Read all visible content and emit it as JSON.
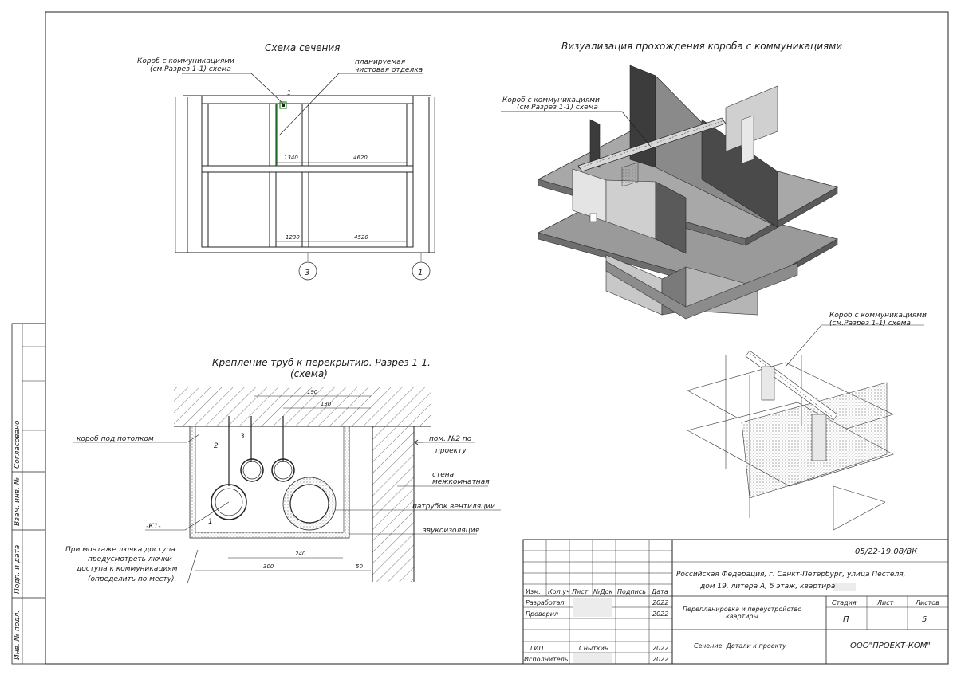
{
  "side_stamp": {
    "agreed": "Согласовано",
    "inv_replace": "Взам. инв. №",
    "sign_date": "Подп. и дата",
    "inv_original": "Инв. № подл."
  },
  "section_scheme": {
    "title": "Схема сечения",
    "callout_box": [
      "Короб с коммуникациями",
      "(см.Разрез 1-1) схема"
    ],
    "callout_finish": [
      "планируемая",
      "чистовая отделка"
    ],
    "section_mark": "1",
    "dims": [
      "1340",
      "4620",
      "1230",
      "4520"
    ],
    "axes": [
      "3",
      "1"
    ]
  },
  "visualization": {
    "title": "Визуализация прохождения короба с коммуникациями",
    "callout": [
      "Короб с коммуникациями",
      "(см.Разрез 1-1) схема"
    ],
    "callout_small": [
      "Короб с коммуникациями",
      "(см.Разрез 1-1) схема"
    ]
  },
  "pipe_section": {
    "title_1": "Крепление труб к перекрытию. Разрез 1-1.",
    "title_2": "(схема)",
    "dims": [
      "190",
      "130",
      "240",
      "300",
      "50"
    ],
    "labels": {
      "ceiling_box": "короб под потолком",
      "room": [
        "пом. №2 по",
        "проекту"
      ],
      "wall": [
        "стена",
        "межкомнатная"
      ],
      "vent": "патрубок вентиляции",
      "insulation": "звукоизоляция",
      "k1": "-К1-",
      "n1": "1",
      "n2": "2",
      "n3": "3"
    },
    "note": [
      "При монтаже лючка доступа",
      "предусмотреть лючки",
      "доступа к коммуникациям",
      "(определить по месту)."
    ]
  },
  "title_block": {
    "code": "05/22-19.08/ВК",
    "address_1": "Российская Федерация, г. Санкт-Петербург, улица Пестеля,",
    "address_2": "дом 19, литера А, 5 этаж, квартира",
    "headers": [
      "Изм.",
      "Кол.уч",
      "Лист",
      "№Док",
      "Подпись",
      "Дата"
    ],
    "rows": [
      {
        "role": "Разработал",
        "name": "",
        "date": "2022"
      },
      {
        "role": "Проверил",
        "name": "",
        "date": "2022"
      },
      {
        "role": "ГИП",
        "name": "Сныткин",
        "date": "2022"
      },
      {
        "role": "Исполнитель",
        "name": "",
        "date": "2022"
      }
    ],
    "project_name_1": "Перепланировка и переустройство",
    "project_name_2": "квартиры",
    "stage_label": "Стадия",
    "sheet_label": "Лист",
    "sheets_label": "Листов",
    "stage": "П",
    "sheet": "",
    "sheets": "5",
    "sheet_title": "Сечение. Детали к проекту",
    "company": "ООО\"ПРОЕКТ-КОМ\""
  }
}
